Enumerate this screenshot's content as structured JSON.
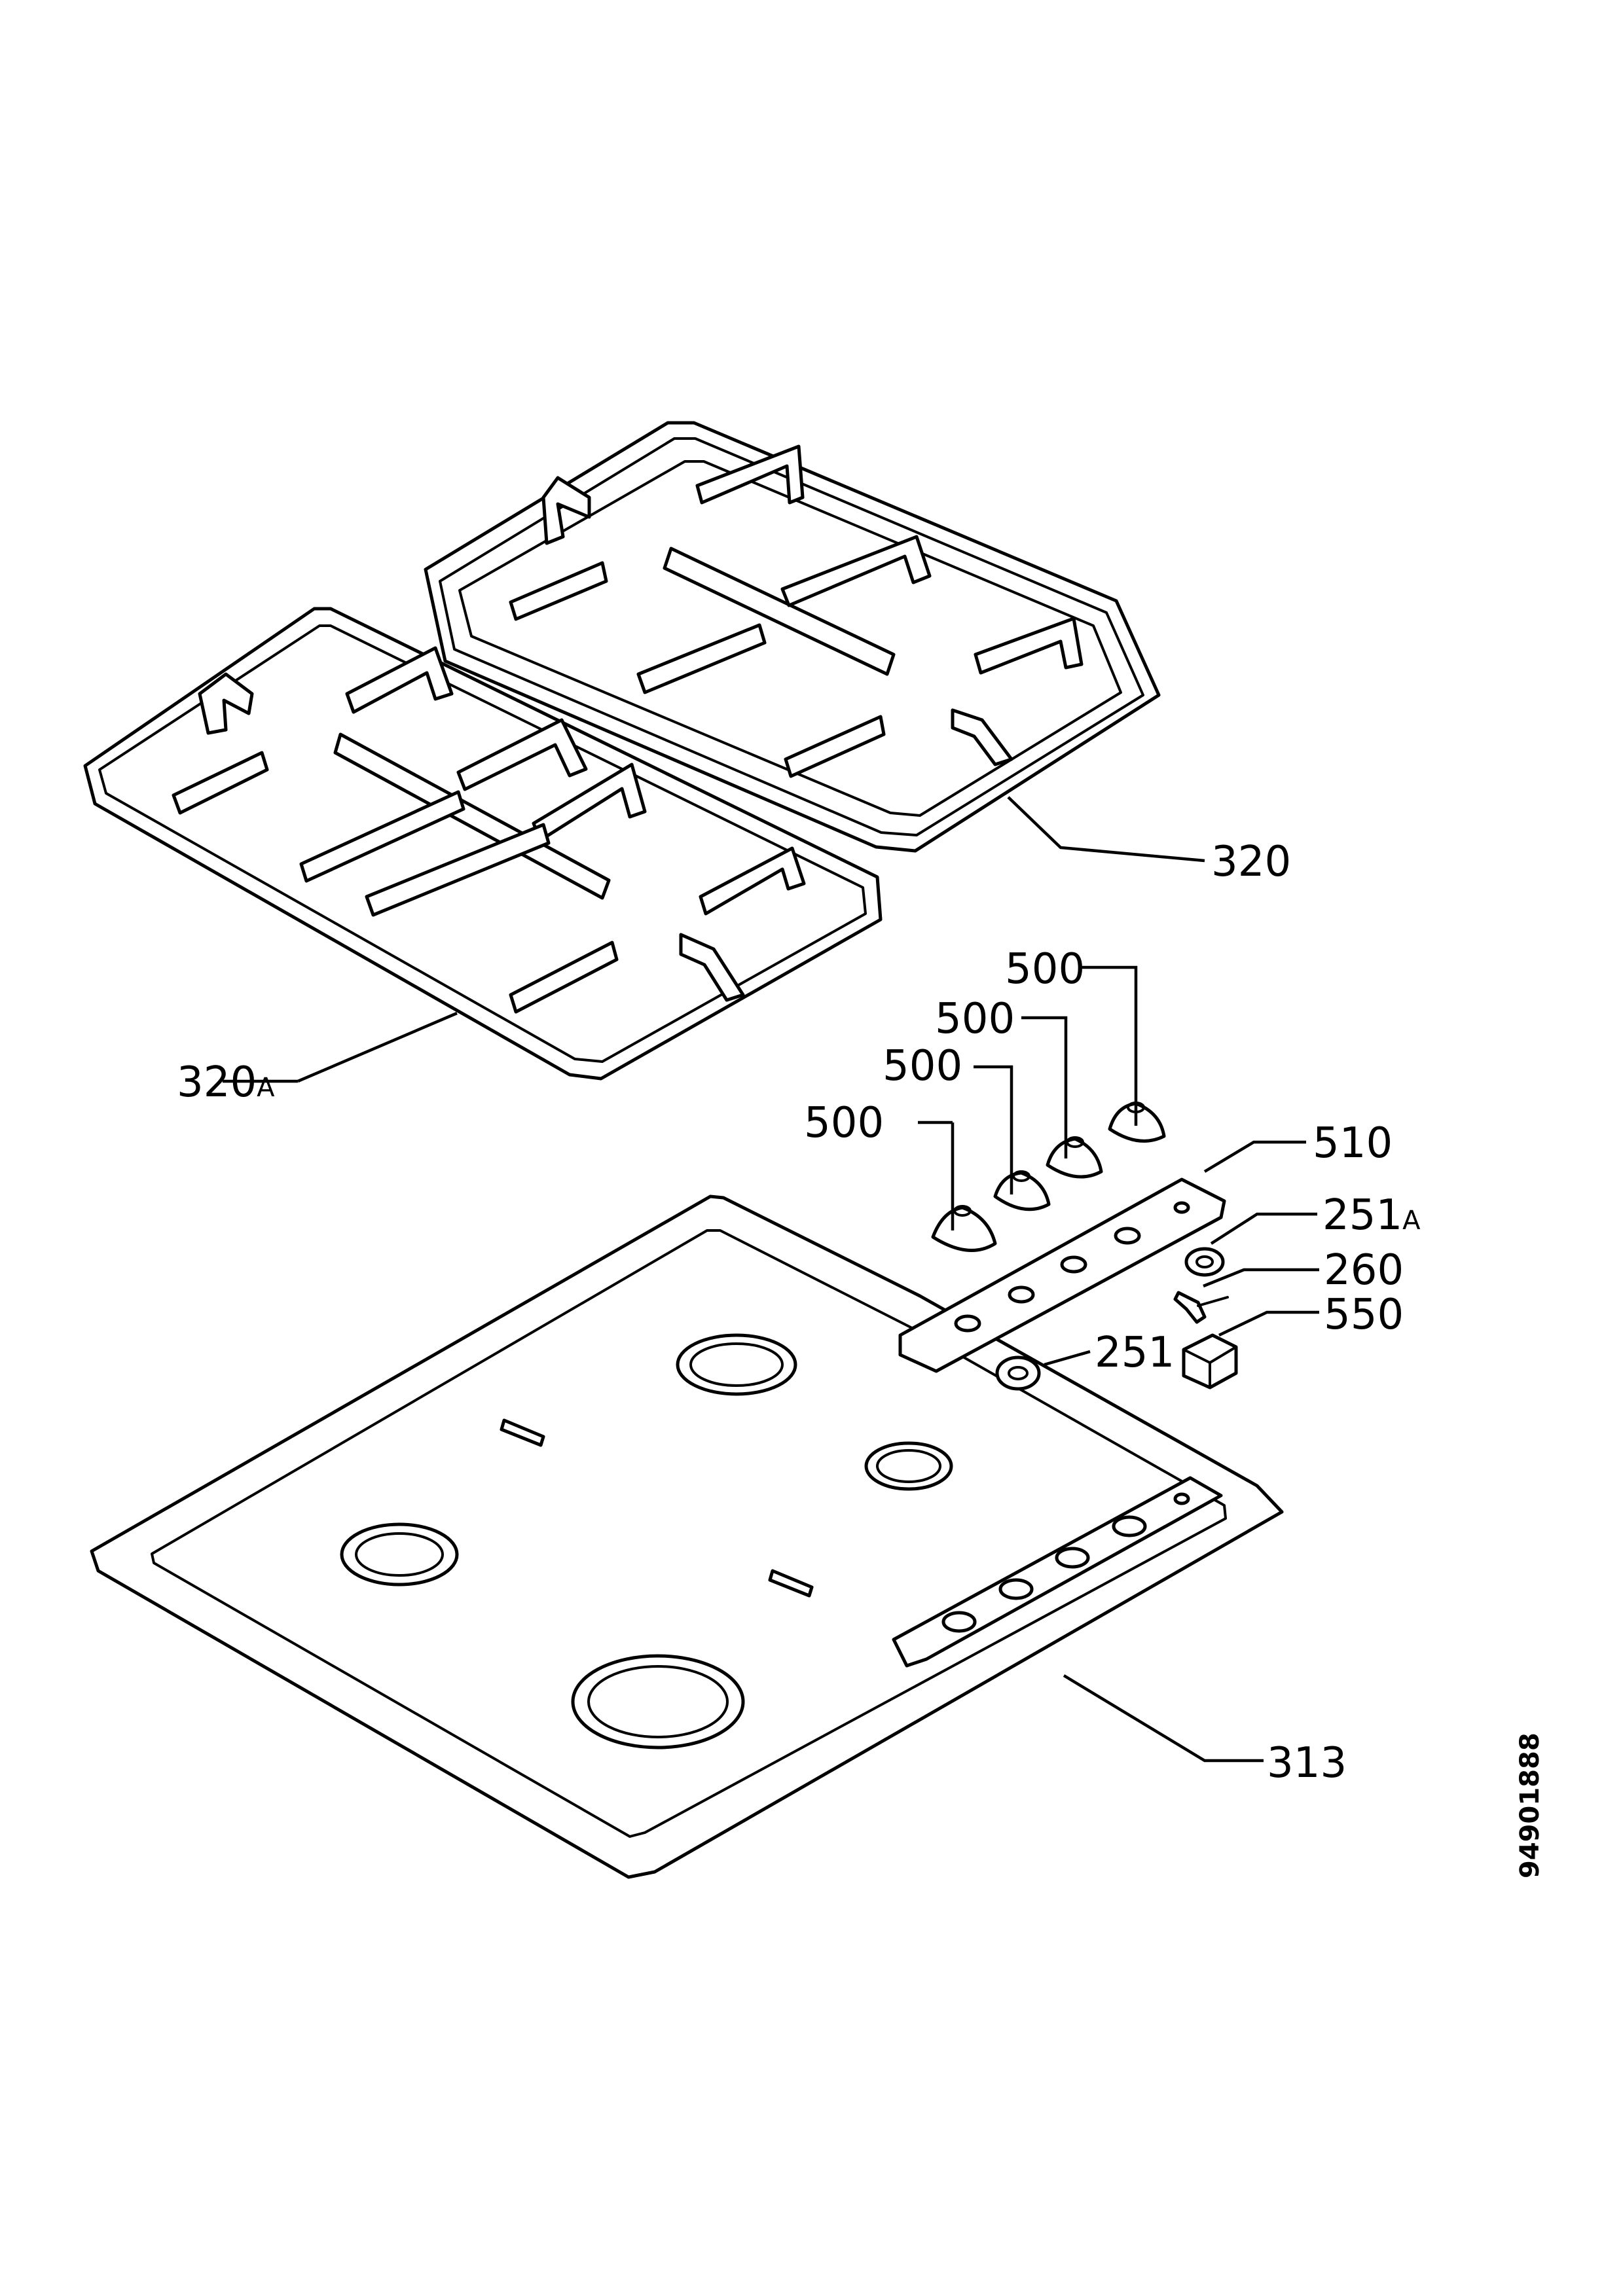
{
  "labels": {
    "grid_right": "320",
    "grid_left_num": "320",
    "grid_left_suffix": "A",
    "knob_1": "500",
    "knob_2": "500",
    "knob_3": "500",
    "knob_4": "500",
    "panel": "510",
    "washer_a_num": "251",
    "washer_a_suffix": "A",
    "clip": "260",
    "switch": "550",
    "washer": "251",
    "hob": "313"
  },
  "doc_number": "94901888"
}
